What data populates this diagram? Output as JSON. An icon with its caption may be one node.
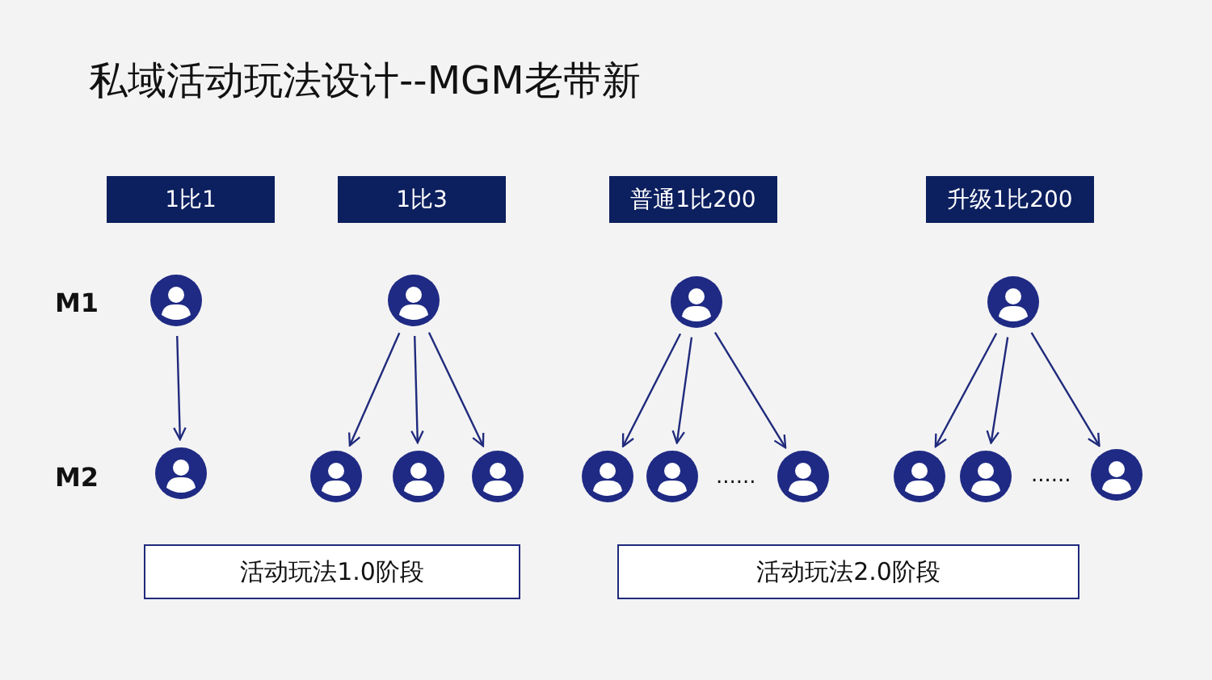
{
  "diagram": {
    "title": "私域活动玩法设计--MGM老带新",
    "nodes": [
      {
        "text": [
          "1比1"
        ]
      },
      {
        "text": [
          "1比3"
        ]
      },
      {
        "text": [
          "普通1比200"
        ]
      },
      {
        "text": [
          "升级1比200"
        ]
      },
      {
        "text": [],
        "shape": "person"
      },
      {
        "text": [],
        "shape": "person"
      },
      {
        "text": [],
        "shape": "person"
      },
      {
        "text": [],
        "shape": "person"
      },
      {
        "text": [],
        "shape": "person"
      },
      {
        "text": [],
        "shape": "person"
      },
      {
        "text": [],
        "shape": "person"
      },
      {
        "text": [],
        "shape": "person"
      },
      {
        "text": [],
        "shape": "person"
      },
      {
        "text": [],
        "shape": "person"
      },
      {
        "text": [],
        "shape": "person"
      },
      {
        "text": [],
        "shape": "person"
      },
      {
        "text": [],
        "shape": "person"
      },
      {
        "text": [],
        "shape": "person"
      },
      {
        "text": [
          "活动玩法1.0阶段"
        ]
      },
      {
        "text": [
          "活动玩法2.0阶段"
        ]
      }
    ],
    "edges": [
      {
        "from": 4,
        "to": 8,
        "arrow": "to"
      },
      {
        "from": 5,
        "to": 9,
        "arrow": "to"
      },
      {
        "from": 5,
        "to": 10,
        "arrow": "to"
      },
      {
        "from": 5,
        "to": 11,
        "arrow": "to"
      },
      {
        "from": 6,
        "to": 12,
        "arrow": "to"
      },
      {
        "from": 6,
        "to": 13,
        "arrow": "to"
      },
      {
        "from": 6,
        "to": 14,
        "arrow": "to"
      },
      {
        "from": 7,
        "to": 15,
        "arrow": "to"
      },
      {
        "from": 7,
        "to": 16,
        "arrow": "to"
      },
      {
        "from": 7,
        "to": 17,
        "arrow": "to"
      }
    ],
    "labels": [
      "M1",
      "M2",
      "......",
      "......"
    ]
  }
}
